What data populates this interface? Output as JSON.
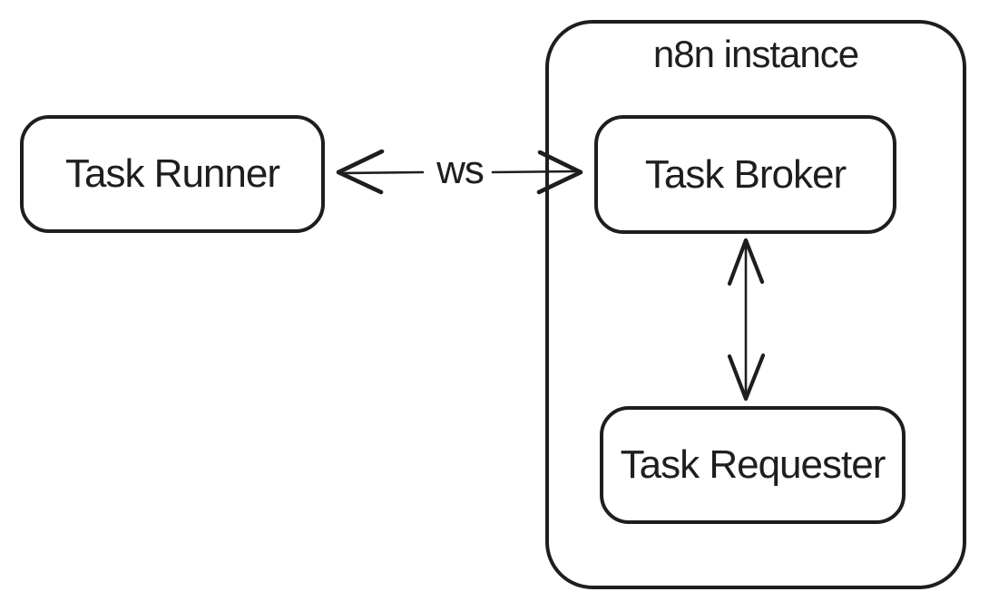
{
  "diagram": {
    "background_color": "#ffffff",
    "stroke_color": "#1e1e1e",
    "container": {
      "id": "n8n-instance",
      "label": "n8n instance"
    },
    "nodes": [
      {
        "id": "task-runner",
        "label": "Task Runner",
        "parent": null
      },
      {
        "id": "task-broker",
        "label": "Task Broker",
        "parent": "n8n-instance"
      },
      {
        "id": "task-requester",
        "label": "Task Requester",
        "parent": "n8n-instance"
      }
    ],
    "edges": [
      {
        "id": "ws-edge",
        "from": "task-runner",
        "to": "task-broker",
        "label": "ws",
        "direction": "bidirectional"
      },
      {
        "id": "broker-requester-edge",
        "from": "task-broker",
        "to": "task-requester",
        "label": "",
        "direction": "bidirectional"
      }
    ]
  }
}
